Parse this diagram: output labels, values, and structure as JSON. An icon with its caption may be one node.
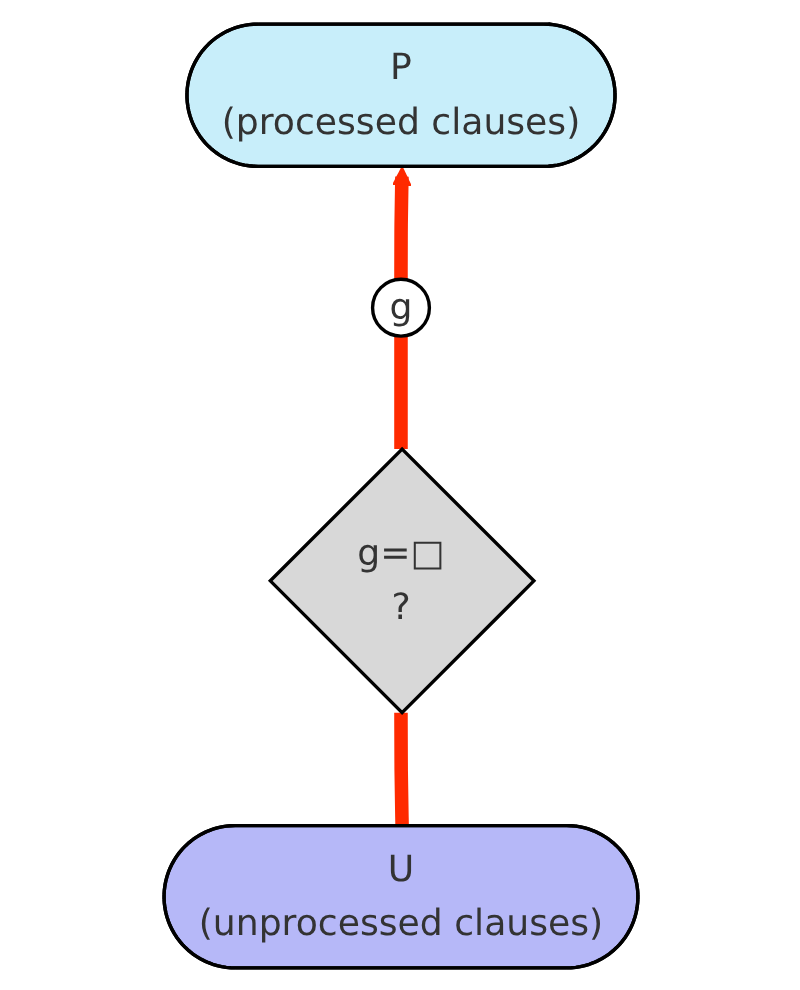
{
  "diagram": {
    "nodes": [
      {
        "text": [
          "P",
          "(processed clauses)"
        ]
      },
      {
        "text": [
          "g"
        ]
      },
      {
        "text": [
          "g=□",
          "?"
        ]
      },
      {
        "text": [
          "U",
          "(unprocessed clauses)"
        ]
      }
    ],
    "edges": [
      {
        "from": 3,
        "to": 2,
        "arrow": "none",
        "color": "#ff2a00"
      },
      {
        "from": 2,
        "to": 1,
        "arrow": "none",
        "color": "#ff2a00"
      },
      {
        "from": 1,
        "to": 0,
        "arrow": "to",
        "color": "#ff2a00"
      }
    ]
  }
}
